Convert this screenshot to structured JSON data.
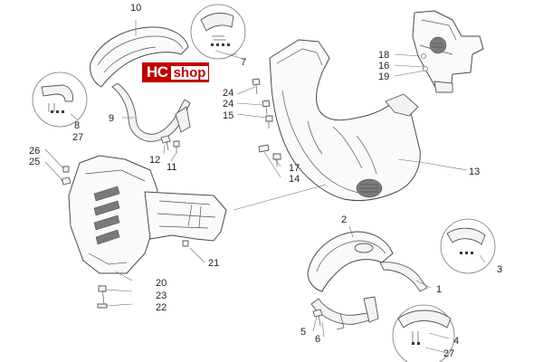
{
  "logo": {
    "left": "HC",
    "right": "shop"
  },
  "colors": {
    "logo_red": "#c00000",
    "line": "#4a4a4a"
  },
  "labels": {
    "l1": "1",
    "l2": "2",
    "l3": "3",
    "l4": "4",
    "l5": "5",
    "l6": "6",
    "l7": "7",
    "l8": "8",
    "l9": "9",
    "l10": "10",
    "l11": "11",
    "l12": "12",
    "l13": "13",
    "l14": "14",
    "l15": "15",
    "l16": "16",
    "l17": "17",
    "l18": "18",
    "l19": "19",
    "l20": "20",
    "l21": "21",
    "l22": "22",
    "l23": "23",
    "l24a": "24",
    "l24b": "24",
    "l25": "25",
    "l26": "26",
    "l27a": "27",
    "l27b": "27"
  }
}
